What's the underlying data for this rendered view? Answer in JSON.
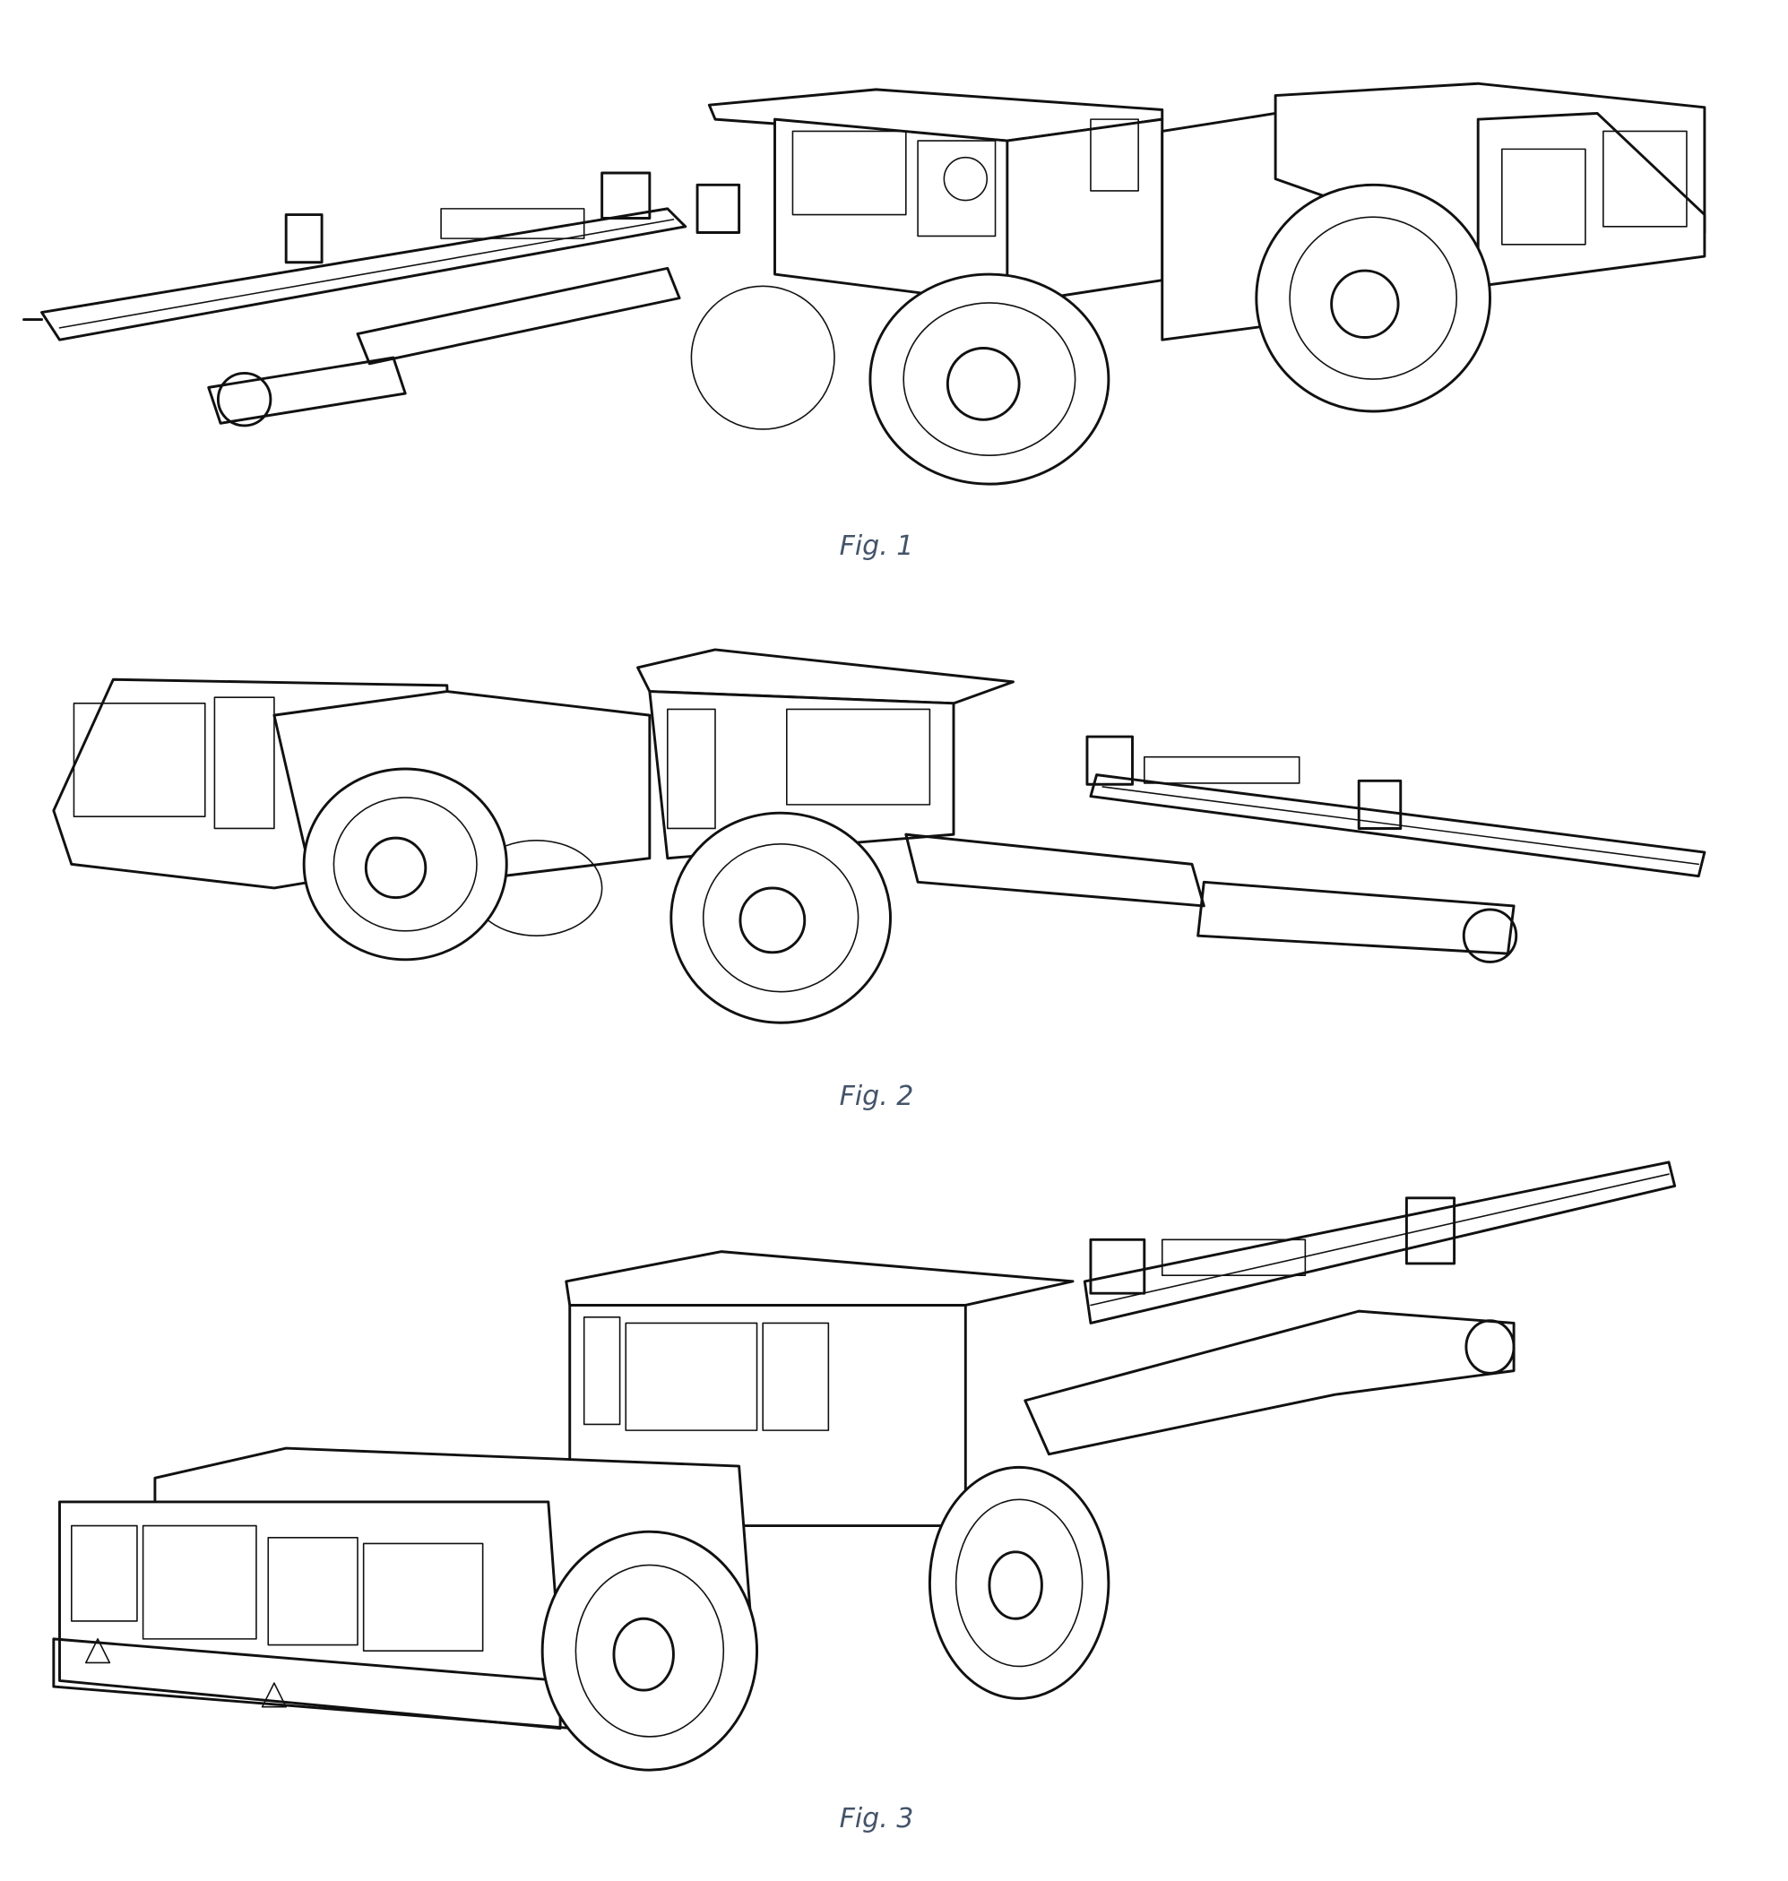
{
  "figures": [
    {
      "caption": "Fig. 1"
    },
    {
      "caption": "Fig. 2"
    },
    {
      "caption": "Fig. 3"
    }
  ]
}
